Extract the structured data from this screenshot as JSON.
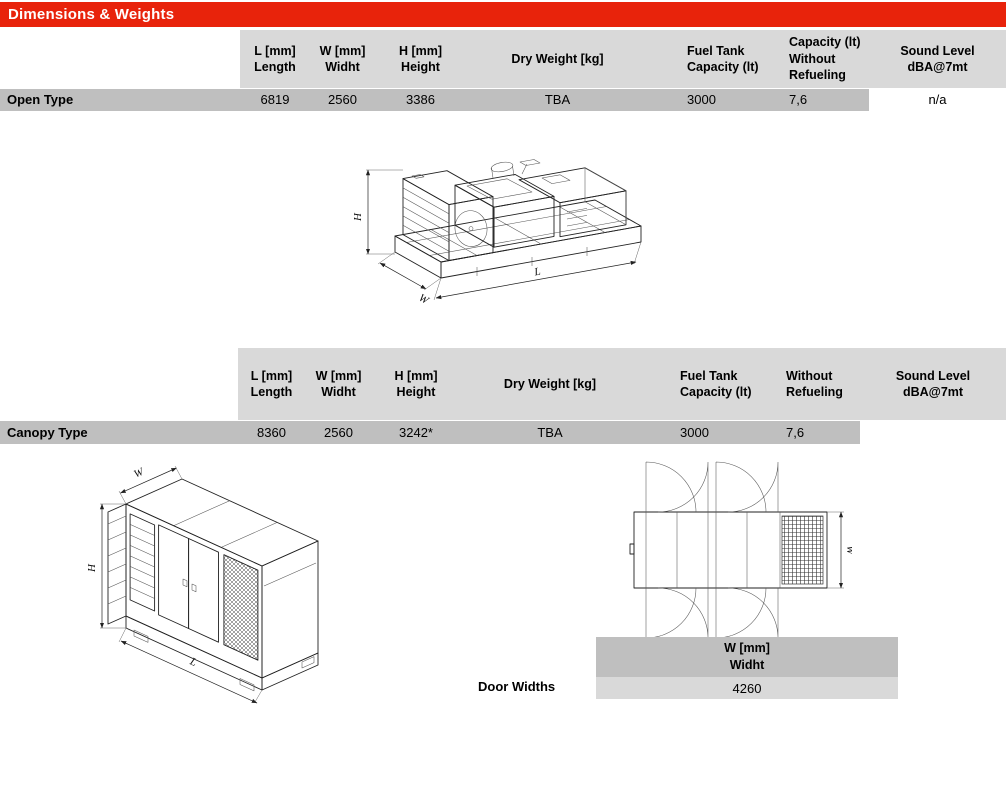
{
  "banner": {
    "title": "Dimensions & Weights"
  },
  "colors": {
    "banner_bg": "#E8230B",
    "header_bg": "#D9D9D9",
    "row_bg": "#BFBFBF"
  },
  "open_table": {
    "row_label": "Open Type",
    "headers": [
      {
        "l1": "L [mm]",
        "l2": "Length"
      },
      {
        "l1": "W [mm]",
        "l2": "Widht"
      },
      {
        "l1": "H [mm]",
        "l2": "Height"
      },
      {
        "l1": "Dry Weight [kg]"
      },
      {
        "l1": "Fuel Tank",
        "l2": "Capacity (lt)"
      },
      {
        "l1": "Capacity (lt)",
        "l2": "Without",
        "l3": "Refueling"
      },
      {
        "l1": "Sound Level",
        "l2": "dBA@7mt"
      }
    ],
    "values": [
      "6819",
      "2560",
      "3386",
      "TBA",
      "3000",
      "7,6",
      "n/a"
    ]
  },
  "canopy_table": {
    "row_label": "Canopy Type",
    "headers": [
      {
        "l1": "L [mm]",
        "l2": "Length"
      },
      {
        "l1": "W [mm]",
        "l2": "Widht"
      },
      {
        "l1": "H [mm]",
        "l2": "Height"
      },
      {
        "l1": "Dry Weight [kg]"
      },
      {
        "l1": "Fuel Tank",
        "l2": "Capacity (lt)"
      },
      {
        "l1": "Without",
        "l2": "Refueling"
      },
      {
        "l1": "Sound Level",
        "l2": "dBA@7mt"
      }
    ],
    "values": [
      "8360",
      "2560",
      "3242*",
      "TBA",
      "3000",
      "7,6",
      ""
    ]
  },
  "door_widths": {
    "label": "Door Widths",
    "header_l1": "W [mm]",
    "header_l2": "Widht",
    "value": "4260"
  },
  "drawings": {
    "open": {
      "h": "H",
      "l": "L",
      "w": "W"
    },
    "canopy": {
      "h": "H",
      "l": "L",
      "w": "W"
    },
    "top_view": {
      "w": "W"
    }
  }
}
